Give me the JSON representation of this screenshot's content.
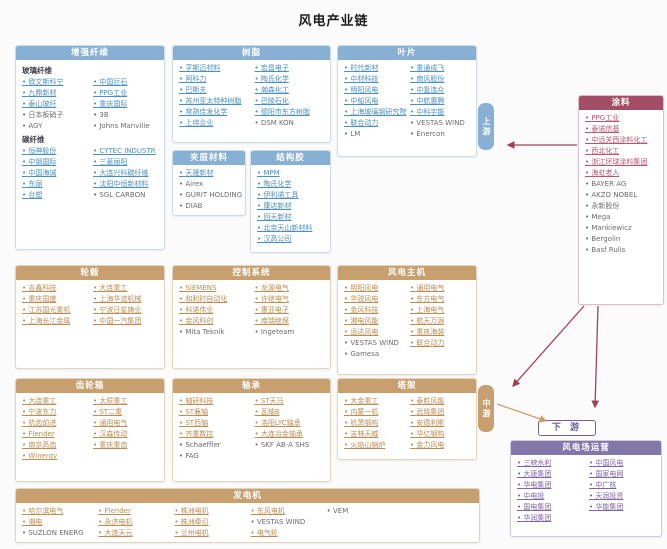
{
  "title": "风电产业链",
  "stage_labels": {
    "upstream": "上游",
    "midstream": "中游",
    "downstream": "下 游"
  },
  "boxes": {
    "fiber": {
      "title": "增强纤维",
      "sections": [
        {
          "label": "玻璃纤维",
          "items": [
            {
              "label": "欧文斯科宁",
              "link": true
            },
            {
              "label": "九鼎新材",
              "link": true
            },
            {
              "label": "泰山玻纤",
              "link": true
            },
            {
              "label": "日本板硝子",
              "link": false
            },
            {
              "label": "AGY",
              "link": false
            },
            {
              "label": "中国巨石",
              "link": true
            },
            {
              "label": "PPG工业",
              "link": true
            },
            {
              "label": "重庆国际",
              "link": true
            },
            {
              "label": "3B",
              "link": false
            },
            {
              "label": "Johns Manville",
              "link": false
            }
          ]
        },
        {
          "label": "碳纤维",
          "items": [
            {
              "label": "恒神股份",
              "link": true
            },
            {
              "label": "中钢国际",
              "link": true
            },
            {
              "label": "中国海诚",
              "link": true
            },
            {
              "label": "东丽",
              "link": true
            },
            {
              "label": "台塑",
              "link": true
            },
            {
              "label": "CYTEC INDUSTR",
              "link": true
            },
            {
              "label": "三菱丽阳",
              "link": true
            },
            {
              "label": "大连兴科碳纤维",
              "link": true
            },
            {
              "label": "沈阳中恒新材料",
              "link": true
            },
            {
              "label": "SGL CARBON",
              "link": false
            }
          ]
        }
      ]
    },
    "resin": {
      "title": "树脂",
      "items": [
        {
          "label": "亨斯迈材料",
          "link": true
        },
        {
          "label": "阿科力",
          "link": true
        },
        {
          "label": "巴斯夫",
          "link": true
        },
        {
          "label": "苏州亚太特种树脂",
          "link": true
        },
        {
          "label": "常熟佳发化学",
          "link": true
        },
        {
          "label": "上纬企业",
          "link": true
        },
        {
          "label": "宏昌电子",
          "link": true
        },
        {
          "label": "陶氏化学",
          "link": true
        },
        {
          "label": "瀚森化工",
          "link": true
        },
        {
          "label": "巴陵石化",
          "link": true
        },
        {
          "label": "德阳市东方树脂",
          "link": true
        },
        {
          "label": "DSM KON",
          "link": false
        }
      ]
    },
    "blade": {
      "title": "叶片",
      "items": [
        {
          "label": "时代新材",
          "link": true
        },
        {
          "label": "中材科技",
          "link": true
        },
        {
          "label": "明阳风电",
          "link": true
        },
        {
          "label": "中船风电",
          "link": true
        },
        {
          "label": "上海玻璃钢研究院",
          "link": true
        },
        {
          "label": "联合动力",
          "link": true
        },
        {
          "label": "LM",
          "link": false
        },
        {
          "label": "重通成飞",
          "link": true
        },
        {
          "label": "南风股份",
          "link": true
        },
        {
          "label": "中复连众",
          "link": true
        },
        {
          "label": "中航惠腾",
          "link": true
        },
        {
          "label": "中科宇能",
          "link": true
        },
        {
          "label": "VESTAS WIND",
          "link": false
        },
        {
          "label": "Enercon",
          "link": false
        }
      ]
    },
    "core": {
      "title": "夹层材料",
      "items": [
        {
          "label": "天晟新材",
          "link": true
        },
        {
          "label": "Airex",
          "link": false
        },
        {
          "label": "GURIT HOLDING",
          "link": false
        },
        {
          "label": "DIAB",
          "link": false
        }
      ]
    },
    "adhesive": {
      "title": "结构胶",
      "items": [
        {
          "label": "MPM",
          "link": true
        },
        {
          "label": "陶氏化学",
          "link": true
        },
        {
          "label": "伊利诺工具",
          "link": true
        },
        {
          "label": "康达新材",
          "link": true
        },
        {
          "label": "回天新材",
          "link": true
        },
        {
          "label": "北京天山新材料",
          "link": true
        },
        {
          "label": "汉高公司",
          "link": true
        }
      ]
    },
    "coating": {
      "title": "涂料",
      "items": [
        {
          "label": "PPG工业",
          "link": true
        },
        {
          "label": "泰诺信基",
          "link": true
        },
        {
          "label": "中远关西涂料化工",
          "link": true
        },
        {
          "label": "西北化工",
          "link": true
        },
        {
          "label": "浙江环球涂料集团",
          "link": true
        },
        {
          "label": "海虹老人",
          "link": true
        },
        {
          "label": "BAYER AG",
          "link": false
        },
        {
          "label": "AKZO NOBEL",
          "link": false
        },
        {
          "label": "永新股份",
          "link": false
        },
        {
          "label": "Mega",
          "link": false
        },
        {
          "label": "Mankiewicz",
          "link": false
        },
        {
          "label": "Bergolin",
          "link": false
        },
        {
          "label": "Basf Rulis",
          "link": false
        }
      ]
    },
    "hub": {
      "title": "轮毂",
      "items": [
        {
          "label": "吉鑫科技",
          "link": true
        },
        {
          "label": "重庆国盛",
          "link": true
        },
        {
          "label": "江苏国光重机",
          "link": true
        },
        {
          "label": "上海长江金属",
          "link": true
        },
        {
          "label": "大连重工",
          "link": true
        },
        {
          "label": "上海华谊机械",
          "link": true
        },
        {
          "label": "宁波日星铸业",
          "link": true
        },
        {
          "label": "中国一汽集团",
          "link": true
        }
      ]
    },
    "control": {
      "title": "控制系统",
      "items": [
        {
          "label": "SIEMENS",
          "link": true
        },
        {
          "label": "和利时自动化",
          "link": true
        },
        {
          "label": "科诺伟业",
          "link": true
        },
        {
          "label": "金风科创",
          "link": true
        },
        {
          "label": "Mita Teknik",
          "link": false
        },
        {
          "label": "龙源电气",
          "link": true
        },
        {
          "label": "许继电气",
          "link": true
        },
        {
          "label": "惠亚电子",
          "link": true
        },
        {
          "label": "南瑞继保",
          "link": true
        },
        {
          "label": "Ingeteam",
          "link": false
        }
      ]
    },
    "oem": {
      "title": "风电主机",
      "items": [
        {
          "label": "明阳风电",
          "link": true
        },
        {
          "label": "华锐风电",
          "link": true
        },
        {
          "label": "金风科技",
          "link": true
        },
        {
          "label": "湘电风能",
          "link": true
        },
        {
          "label": "运达风电",
          "link": true
        },
        {
          "label": "VESTAS WIND",
          "link": false
        },
        {
          "label": "Gamesa",
          "link": false
        },
        {
          "label": "通用电气",
          "link": true
        },
        {
          "label": "东方电气",
          "link": true
        },
        {
          "label": "上海电气",
          "link": true
        },
        {
          "label": "航天万源",
          "link": true
        },
        {
          "label": "重庆海装",
          "link": true
        },
        {
          "label": "联合动力",
          "link": true
        }
      ]
    },
    "gearbox": {
      "title": "齿轮箱",
      "items": [
        {
          "label": "大连重工",
          "link": true
        },
        {
          "label": "宁波东力",
          "link": true
        },
        {
          "label": "杭齿前进",
          "link": true
        },
        {
          "label": "Flender",
          "link": true
        },
        {
          "label": "南京高齿",
          "link": true
        },
        {
          "label": "Winergy",
          "link": true
        },
        {
          "label": "太原重工",
          "link": true
        },
        {
          "label": "ST二重",
          "link": true
        },
        {
          "label": "通用电气",
          "link": true
        },
        {
          "label": "汉森传动",
          "link": true
        },
        {
          "label": "重庆重齿",
          "link": true
        }
      ]
    },
    "bearing": {
      "title": "轴承",
      "items": [
        {
          "label": "轴研科技",
          "link": true
        },
        {
          "label": "ST襄轴",
          "link": true
        },
        {
          "label": "ST西轴",
          "link": true
        },
        {
          "label": "齐重数控",
          "link": true
        },
        {
          "label": "Schaeffler",
          "link": false
        },
        {
          "label": "FAG",
          "link": false
        },
        {
          "label": "ST天马",
          "link": true
        },
        {
          "label": "瓦轴B",
          "link": true
        },
        {
          "label": "洛阳LYC轴承",
          "link": true
        },
        {
          "label": "大连冶金轴承",
          "link": true
        },
        {
          "label": "SKF AB-A SHS",
          "link": false
        }
      ]
    },
    "tower": {
      "title": "塔架",
      "items": [
        {
          "label": "大金重工",
          "link": true
        },
        {
          "label": "内蒙一机",
          "link": true
        },
        {
          "label": "杭萧钢构",
          "link": true
        },
        {
          "label": "吉林天威",
          "link": true
        },
        {
          "label": "火焰山锅炉",
          "link": true
        },
        {
          "label": "泰胜风能",
          "link": true
        },
        {
          "label": "武晓集团",
          "link": true
        },
        {
          "label": "安德利斯",
          "link": true
        },
        {
          "label": "华亿钢构",
          "link": true
        },
        {
          "label": "金力风电",
          "link": true
        }
      ]
    },
    "generator": {
      "title": "发电机",
      "items": [
        {
          "label": "哈尔滨电气",
          "link": true
        },
        {
          "label": "湘电",
          "link": true
        },
        {
          "label": "SUZLON ENERG",
          "link": false
        },
        {
          "label": "Flender",
          "link": true
        },
        {
          "label": "永济电机",
          "link": true
        },
        {
          "label": "大连天元",
          "link": true
        },
        {
          "label": "株洲电机",
          "link": true
        },
        {
          "label": "株洲牵引",
          "link": true
        },
        {
          "label": "兰州电机",
          "link": true
        },
        {
          "label": "东风电机",
          "link": true
        },
        {
          "label": "VESTAS WIND",
          "link": false
        },
        {
          "label": "电气轮",
          "link": true
        },
        {
          "label": "VEM",
          "link": false
        }
      ]
    },
    "operation": {
      "title": "风电场运营",
      "items": [
        {
          "label": "三峡水利",
          "link": true
        },
        {
          "label": "大唐集团",
          "link": true
        },
        {
          "label": "华电集团",
          "link": true
        },
        {
          "label": "中电投",
          "link": true
        },
        {
          "label": "国电集团",
          "link": true
        },
        {
          "label": "华润集团",
          "link": true
        },
        {
          "label": "中国风电",
          "link": true
        },
        {
          "label": "国家电网",
          "link": true
        },
        {
          "label": "中广核",
          "link": true
        },
        {
          "label": "天润投资",
          "link": true
        },
        {
          "label": "华能集团",
          "link": true
        }
      ]
    }
  },
  "colors": {
    "upstream": "#87b0d4",
    "midstream": "#c8a06f",
    "coating": "#a34d66",
    "downstream": "#8277a9",
    "arrow_red": "#a04057",
    "arrow_tan": "#c8a06f"
  }
}
